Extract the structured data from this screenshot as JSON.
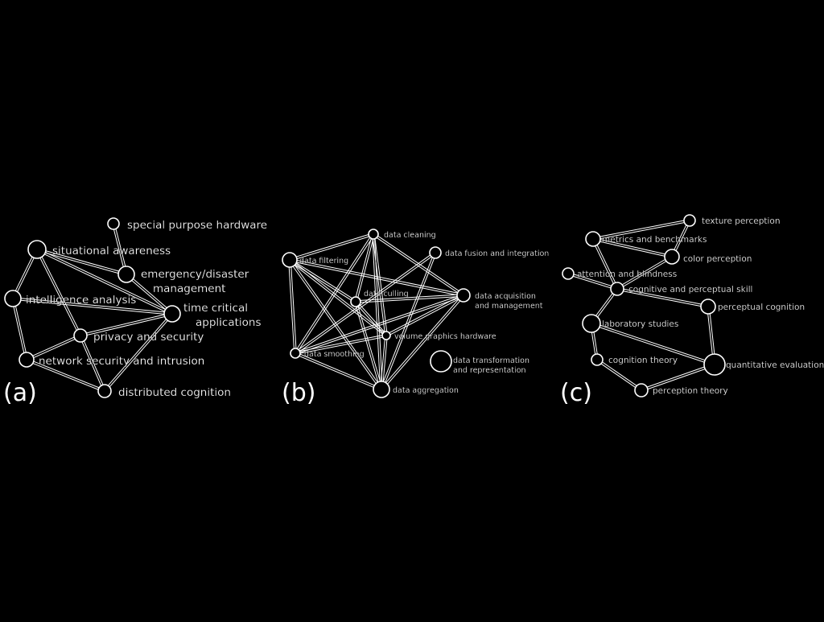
{
  "colors": {
    "background": "#000000",
    "ink": "#ffffff"
  },
  "panels": [
    {
      "id": "a",
      "label": "(a)",
      "nodes": [
        {
          "id": "special_purpose_hardware",
          "label": [
            "special purpose hardware"
          ]
        },
        {
          "id": "situational_awareness",
          "label": [
            "situational awareness"
          ]
        },
        {
          "id": "emergency_disaster_management",
          "label": [
            "emergency/disaster",
            "management"
          ]
        },
        {
          "id": "intelligence_analysis",
          "label": [
            "intelligence analysis"
          ]
        },
        {
          "id": "time_critical_applications",
          "label": [
            "time critical",
            "applications"
          ]
        },
        {
          "id": "privacy_and_security",
          "label": [
            "privacy and security"
          ]
        },
        {
          "id": "network_security_and_intrusion",
          "label": [
            "network security and intrusion"
          ]
        },
        {
          "id": "distributed_cognition",
          "label": [
            "distributed cognition"
          ]
        }
      ],
      "edges": [
        [
          "special_purpose_hardware",
          "emergency_disaster_management"
        ],
        [
          "situational_awareness",
          "emergency_disaster_management"
        ],
        [
          "situational_awareness",
          "time_critical_applications"
        ],
        [
          "situational_awareness",
          "intelligence_analysis"
        ],
        [
          "situational_awareness",
          "privacy_and_security"
        ],
        [
          "emergency_disaster_management",
          "time_critical_applications"
        ],
        [
          "intelligence_analysis",
          "time_critical_applications"
        ],
        [
          "intelligence_analysis",
          "network_security_and_intrusion"
        ],
        [
          "time_critical_applications",
          "privacy_and_security"
        ],
        [
          "time_critical_applications",
          "distributed_cognition"
        ],
        [
          "privacy_and_security",
          "network_security_and_intrusion"
        ],
        [
          "privacy_and_security",
          "distributed_cognition"
        ],
        [
          "network_security_and_intrusion",
          "distributed_cognition"
        ]
      ]
    },
    {
      "id": "b",
      "label": "(b)",
      "nodes": [
        {
          "id": "data_cleaning",
          "label": [
            "data cleaning"
          ]
        },
        {
          "id": "data_fusion_and_integration",
          "label": [
            "data fusion and integration"
          ]
        },
        {
          "id": "data_filtering",
          "label": [
            "data filtering"
          ]
        },
        {
          "id": "data_culling",
          "label": [
            "data culling"
          ]
        },
        {
          "id": "data_acquisition_and_management",
          "label": [
            "data acquisition",
            "and management"
          ]
        },
        {
          "id": "volume_graphics_hardware",
          "label": [
            "volume graphics hardware"
          ]
        },
        {
          "id": "data_smoothing",
          "label": [
            "data smoothing"
          ]
        },
        {
          "id": "data_transformation_and_representation",
          "label": [
            "data transformation",
            "and representation"
          ]
        },
        {
          "id": "data_aggregation",
          "label": [
            "data aggregation"
          ]
        }
      ],
      "edges": [
        [
          "data_filtering",
          "data_cleaning"
        ],
        [
          "data_filtering",
          "data_culling"
        ],
        [
          "data_filtering",
          "volume_graphics_hardware"
        ],
        [
          "data_filtering",
          "data_smoothing"
        ],
        [
          "data_filtering",
          "data_aggregation"
        ],
        [
          "data_filtering",
          "data_acquisition_and_management"
        ],
        [
          "data_cleaning",
          "data_culling"
        ],
        [
          "data_cleaning",
          "volume_graphics_hardware"
        ],
        [
          "data_cleaning",
          "data_smoothing"
        ],
        [
          "data_cleaning",
          "data_aggregation"
        ],
        [
          "data_cleaning",
          "data_acquisition_and_management"
        ],
        [
          "data_fusion_and_integration",
          "data_aggregation"
        ],
        [
          "data_fusion_and_integration",
          "data_smoothing"
        ],
        [
          "data_culling",
          "data_acquisition_and_management"
        ],
        [
          "data_culling",
          "volume_graphics_hardware"
        ],
        [
          "data_culling",
          "data_aggregation"
        ],
        [
          "data_acquisition_and_management",
          "data_smoothing"
        ],
        [
          "data_acquisition_and_management",
          "volume_graphics_hardware"
        ],
        [
          "data_acquisition_and_management",
          "data_aggregation"
        ],
        [
          "data_smoothing",
          "data_aggregation"
        ],
        [
          "data_smoothing",
          "volume_graphics_hardware"
        ],
        [
          "volume_graphics_hardware",
          "data_aggregation"
        ]
      ]
    },
    {
      "id": "c",
      "label": "(c)",
      "nodes": [
        {
          "id": "texture_perception",
          "label": [
            "texture perception"
          ]
        },
        {
          "id": "metrics_and_benchmarks",
          "label": [
            "metrics and benchmarks"
          ]
        },
        {
          "id": "color_perception",
          "label": [
            "color perception"
          ]
        },
        {
          "id": "attention_and_blindness",
          "label": [
            "attention and blindness"
          ]
        },
        {
          "id": "cognitive_and_perceptual_skill",
          "label": [
            "cognitive and perceptual skill"
          ]
        },
        {
          "id": "perceptual_cognition",
          "label": [
            "perceptual cognition"
          ]
        },
        {
          "id": "laboratory_studies",
          "label": [
            "laboratory studies"
          ]
        },
        {
          "id": "cognition_theory",
          "label": [
            "cognition theory"
          ]
        },
        {
          "id": "quantitative_evaluation",
          "label": [
            "quantitative evaluation"
          ]
        },
        {
          "id": "perception_theory",
          "label": [
            "perception theory"
          ]
        }
      ],
      "edges": [
        [
          "texture_perception",
          "metrics_and_benchmarks"
        ],
        [
          "texture_perception",
          "color_perception"
        ],
        [
          "metrics_and_benchmarks",
          "color_perception"
        ],
        [
          "metrics_and_benchmarks",
          "cognitive_and_perceptual_skill"
        ],
        [
          "color_perception",
          "cognitive_and_perceptual_skill"
        ],
        [
          "attention_and_blindness",
          "cognitive_and_perceptual_skill"
        ],
        [
          "cognitive_and_perceptual_skill",
          "perceptual_cognition"
        ],
        [
          "cognitive_and_perceptual_skill",
          "laboratory_studies"
        ],
        [
          "laboratory_studies",
          "quantitative_evaluation"
        ],
        [
          "laboratory_studies",
          "cognition_theory"
        ],
        [
          "perceptual_cognition",
          "quantitative_evaluation"
        ],
        [
          "cognition_theory",
          "perception_theory"
        ],
        [
          "perception_theory",
          "quantitative_evaluation"
        ]
      ]
    }
  ]
}
